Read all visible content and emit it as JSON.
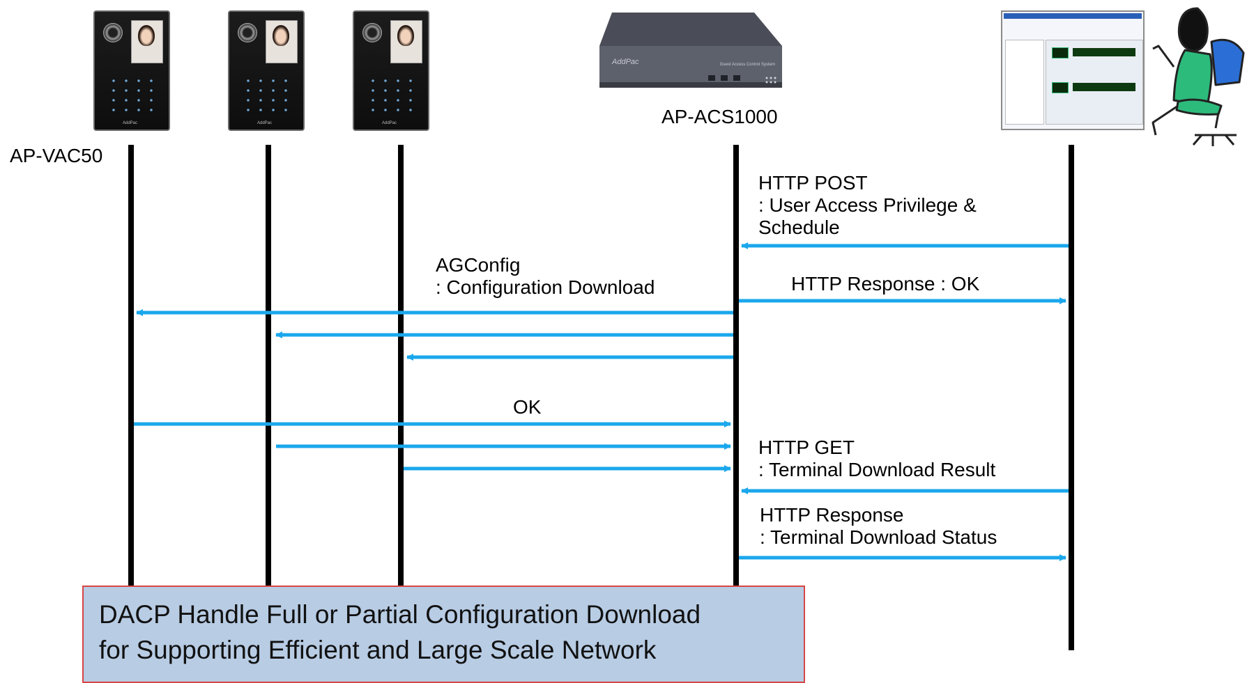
{
  "colors": {
    "lifeline": "#000000",
    "arrow": "#1aa7ec",
    "callout_fill": "#b8cce4",
    "callout_border": "#d64545"
  },
  "devices": {
    "terminal_label": "AP-VAC50",
    "controller_label": "AP-ACS1000",
    "controller_face_text": "AddPac",
    "controller_front_text": "Guest Access Control System",
    "terminal_brand_text": "AddPac"
  },
  "messages": {
    "http_post": [
      "HTTP POST",
      ": User Access Privilege &",
      "Schedule"
    ],
    "agconfig": [
      "AGConfig",
      ": Configuration Download"
    ],
    "http_response_ok": [
      "HTTP Response : OK"
    ],
    "ok": [
      "OK"
    ],
    "http_get": [
      "HTTP GET",
      ": Terminal Download Result"
    ],
    "http_response_status": [
      "HTTP Response",
      ": Terminal Download Status"
    ]
  },
  "callout": {
    "lines": [
      "DACP Handle Full or Partial Configuration Download",
      "for Supporting Efficient and Large Scale Network"
    ]
  }
}
